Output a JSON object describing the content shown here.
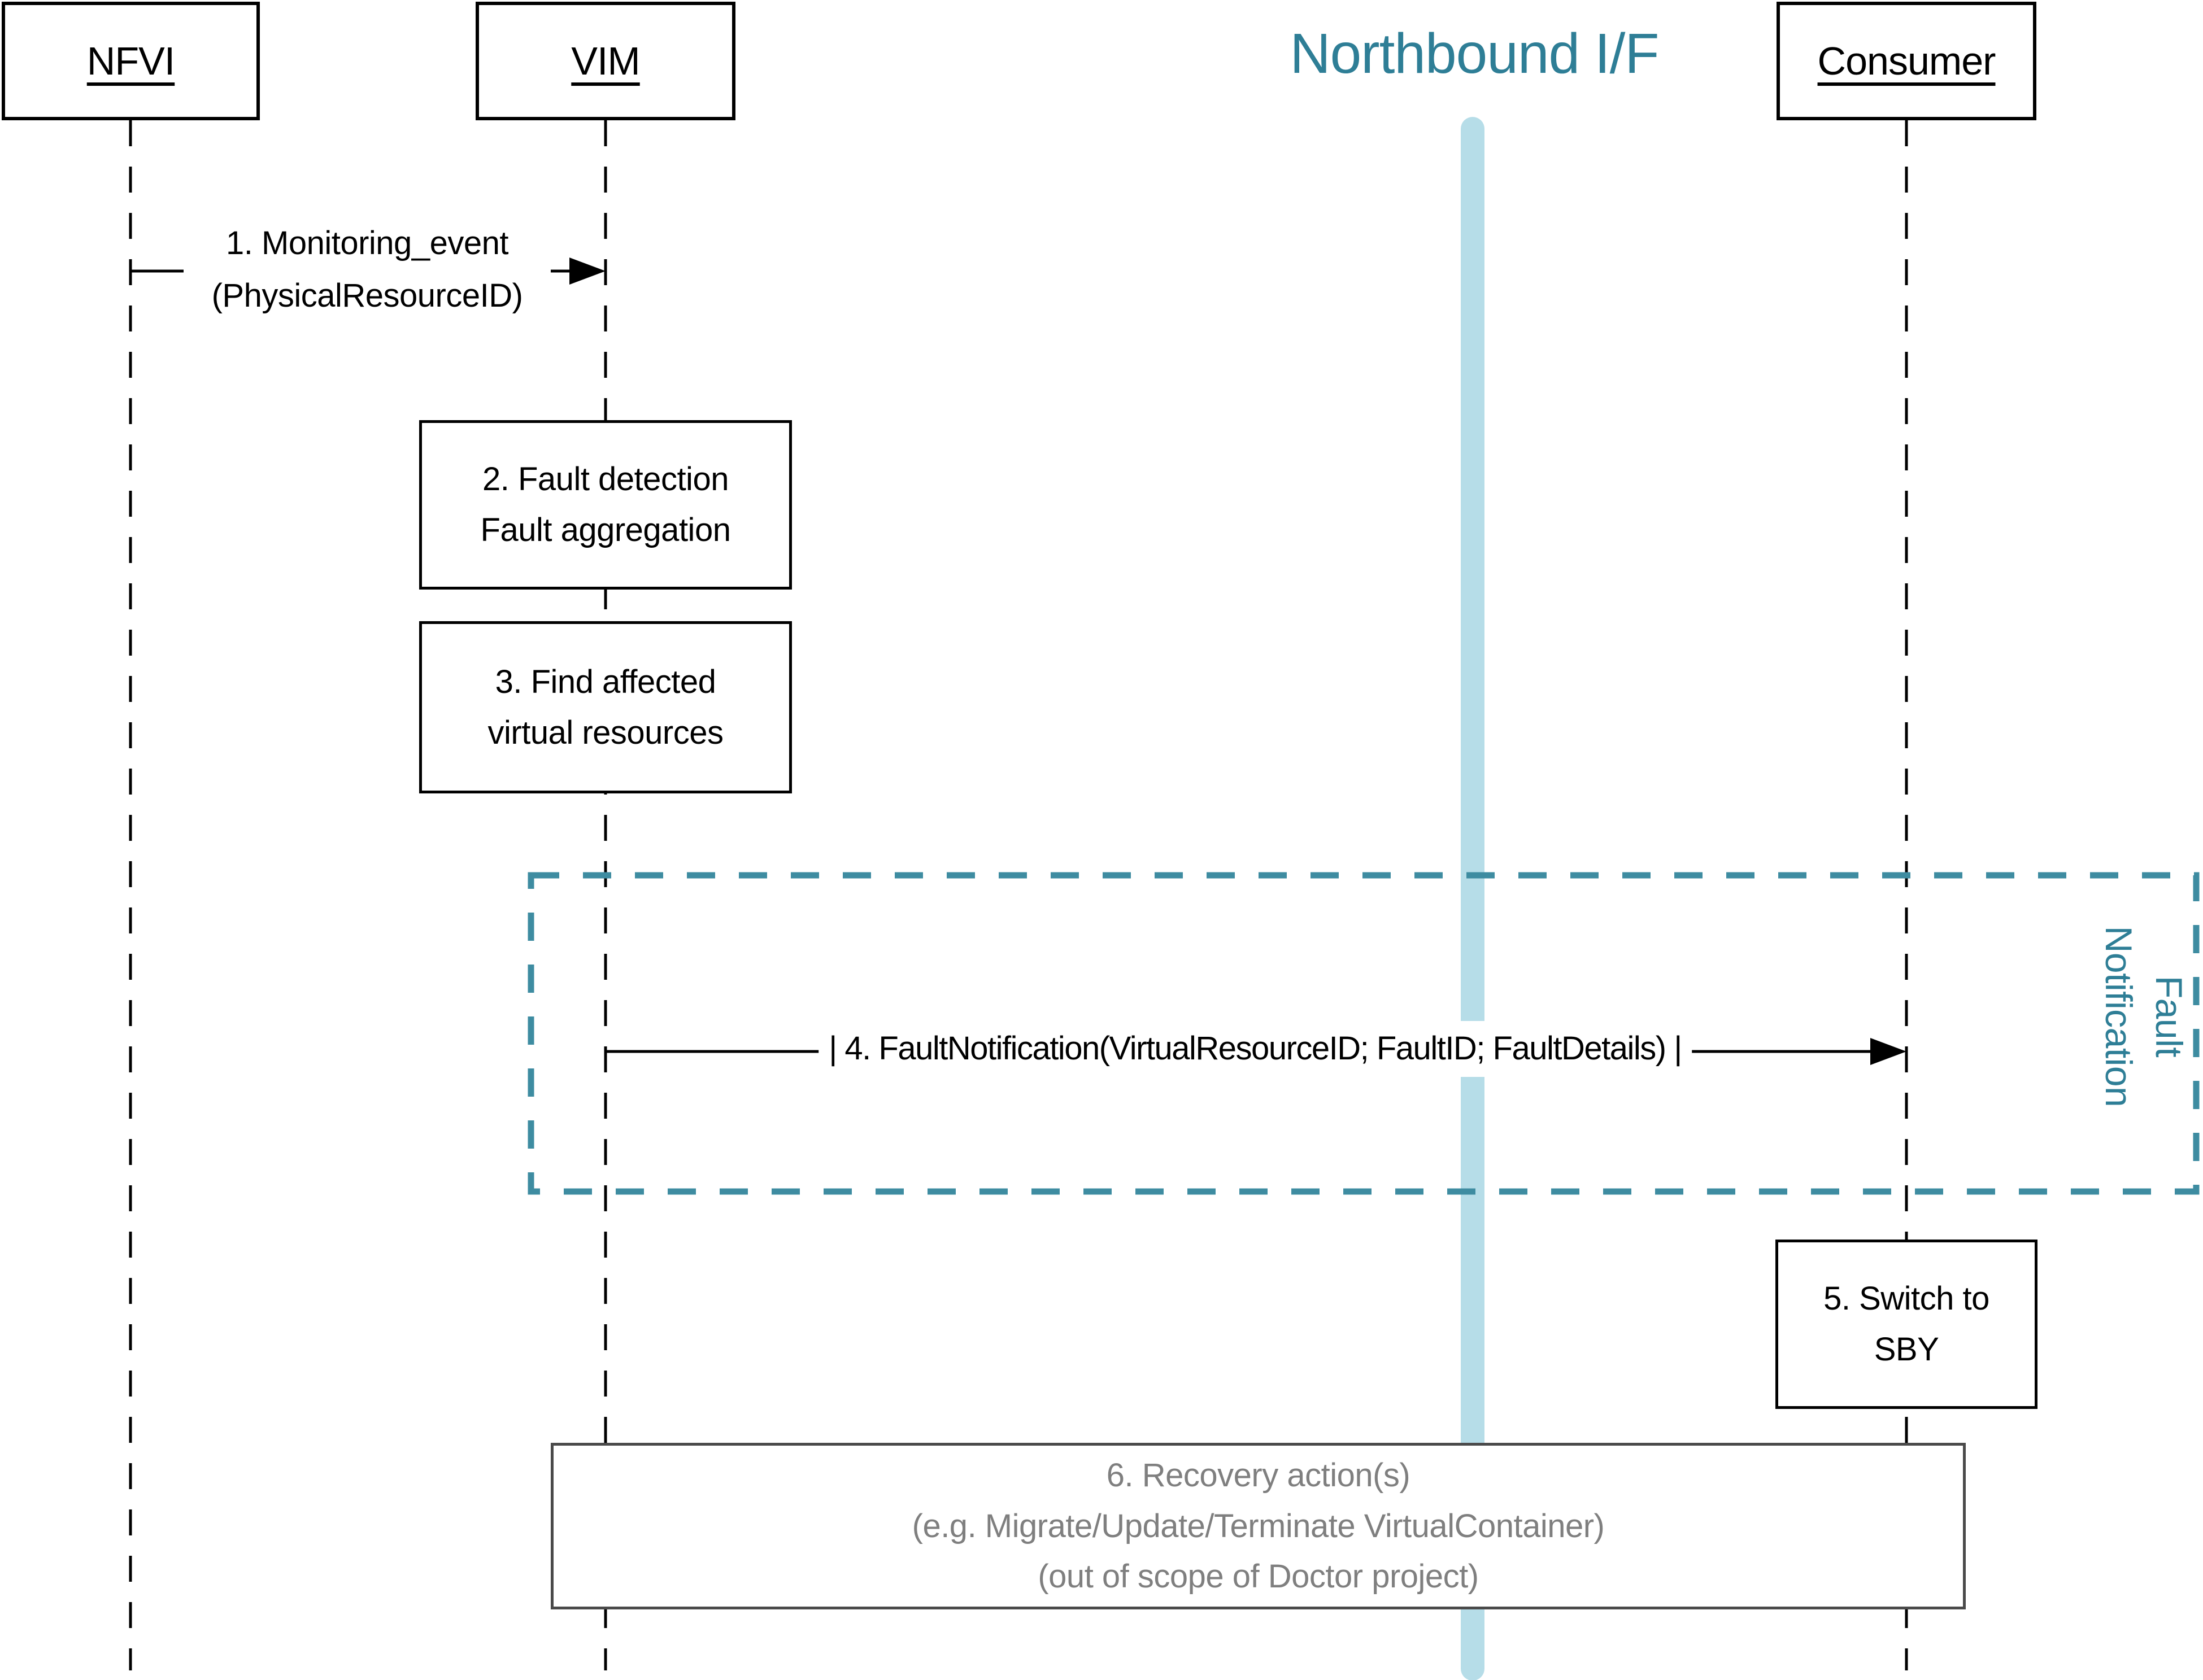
{
  "diagram": {
    "title": "Northbound I/F",
    "actors": [
      {
        "id": "nfvi",
        "label": "NFVI"
      },
      {
        "id": "vim",
        "label": "VIM"
      },
      {
        "id": "consumer",
        "label": "Consumer"
      }
    ],
    "messages": {
      "msg1": {
        "line1": "1. Monitoring_event",
        "line2": "(PhysicalResourceID)",
        "from": "NFVI",
        "to": "VIM"
      },
      "msg4": {
        "label": "| 4. FaultNotification(VirtualResourceID; FaultID; FaultDetails) |",
        "from": "VIM",
        "to": "Consumer"
      }
    },
    "steps": {
      "step2": {
        "line1": "2. Fault detection",
        "line2": "Fault aggregation",
        "on": "VIM"
      },
      "step3": {
        "line1": "3. Find affected",
        "line2": "virtual resources",
        "on": "VIM"
      },
      "step5": {
        "line1": "5. Switch to",
        "line2": "SBY",
        "on": "Consumer"
      },
      "step6": {
        "line1": "6. Recovery action(s)",
        "line2": "(e.g. Migrate/Update/Terminate VirtualContainer)",
        "line3": "(out of scope of Doctor project)"
      }
    },
    "group": {
      "line1": "Fault",
      "line2": "Notification"
    },
    "colors": {
      "teal_text": "#2E7E96",
      "teal_dash": "#3E8CA1",
      "light_blue": "#B6DDE8",
      "gray_text": "#7F7F7F",
      "black": "#000000"
    }
  }
}
